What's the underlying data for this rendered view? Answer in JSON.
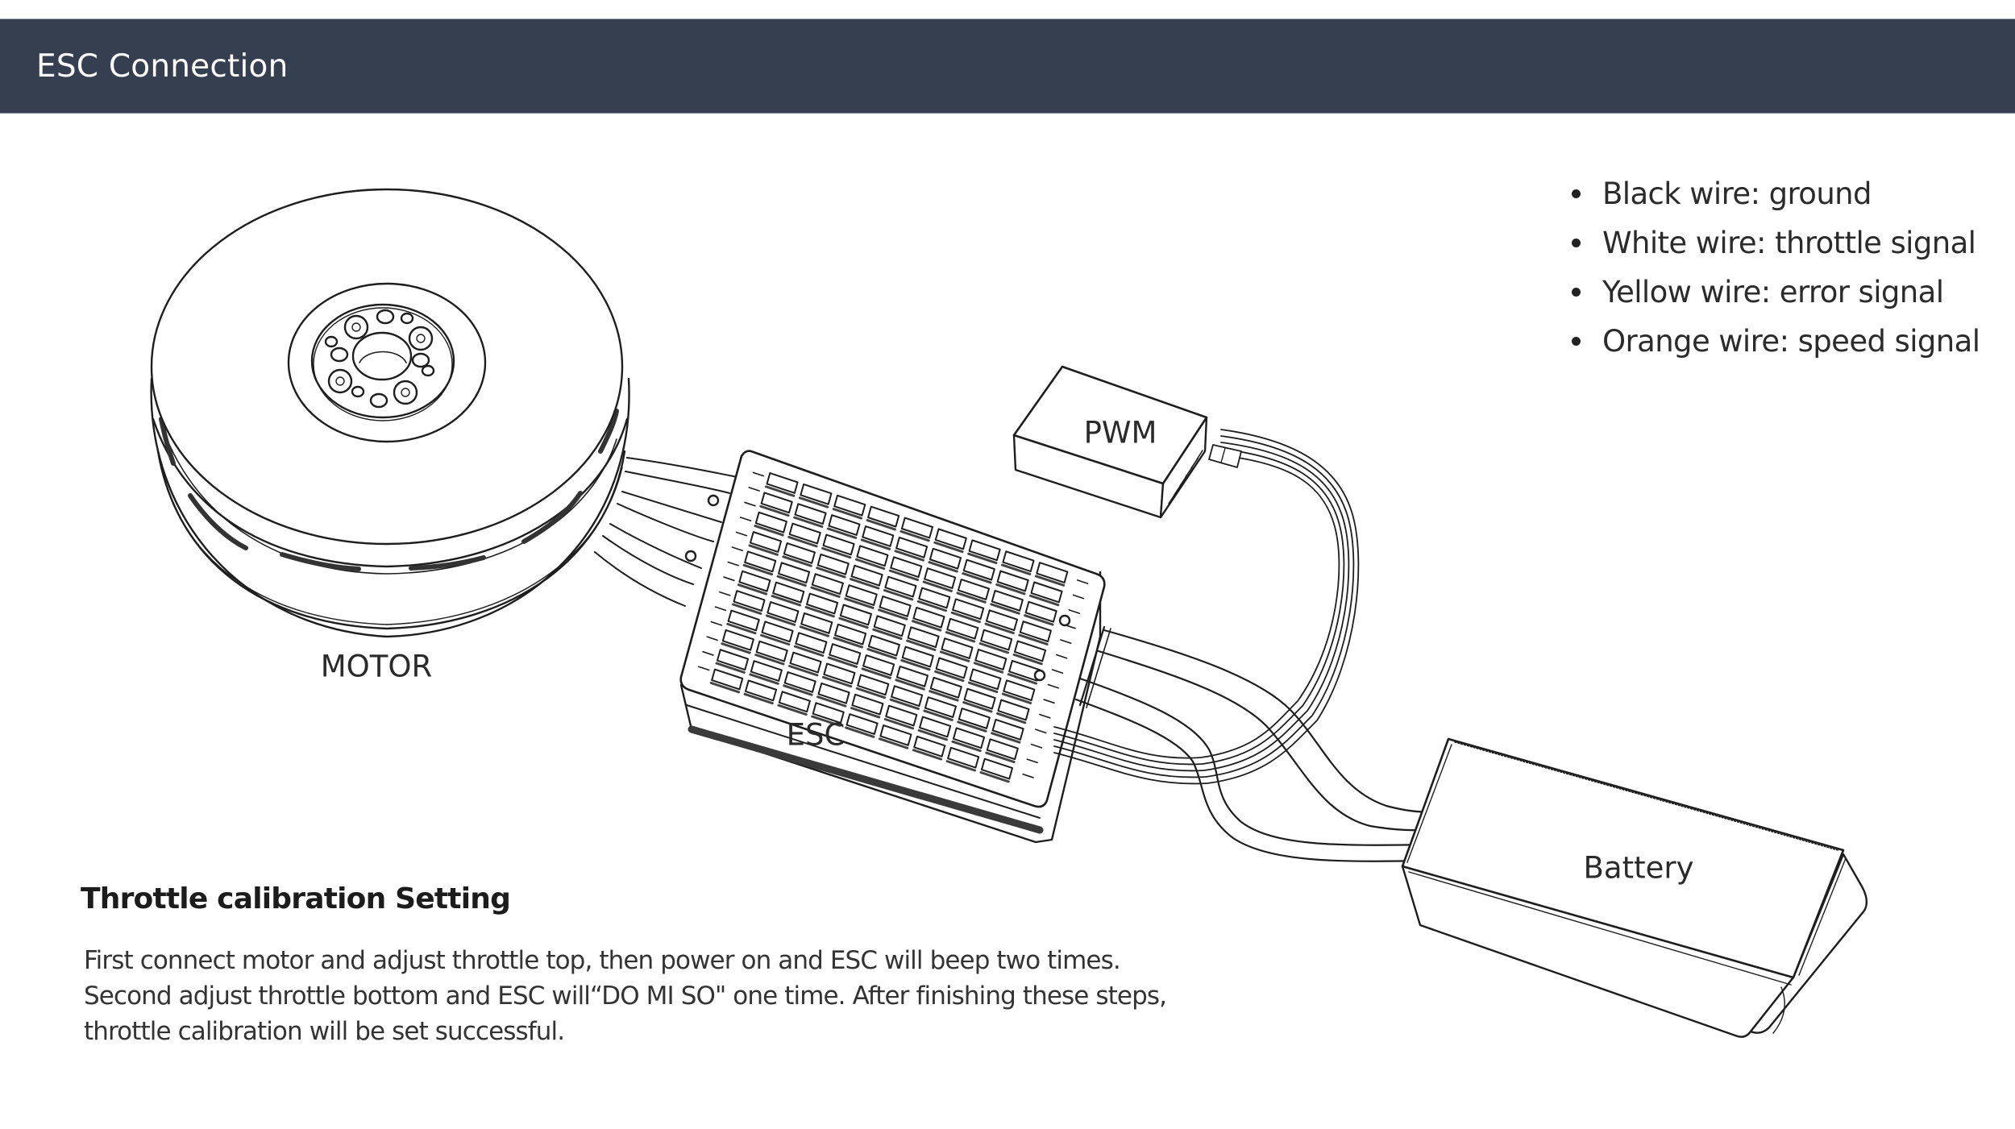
{
  "header": {
    "title": "ESC Connection",
    "background_color": "#353f4f"
  },
  "diagram": {
    "components": {
      "motor": "MOTOR",
      "esc": "ESC",
      "pwm": "PWM",
      "battery": "Battery"
    }
  },
  "wire_legend": [
    {
      "label": "Black wire: ground"
    },
    {
      "label": "White wire: throttle signal"
    },
    {
      "label": "Yellow wire: error signal"
    },
    {
      "label": "Orange wire: speed signal"
    }
  ],
  "calibration": {
    "title": "Throttle calibration Setting",
    "lines": [
      "First connect motor and adjust throttle top, then power on and ESC will beep two times.",
      "Second adjust throttle bottom and ESC will“DO MI SO\" one time. After finishing these steps,",
      "throttle calibration will be set successful."
    ]
  }
}
